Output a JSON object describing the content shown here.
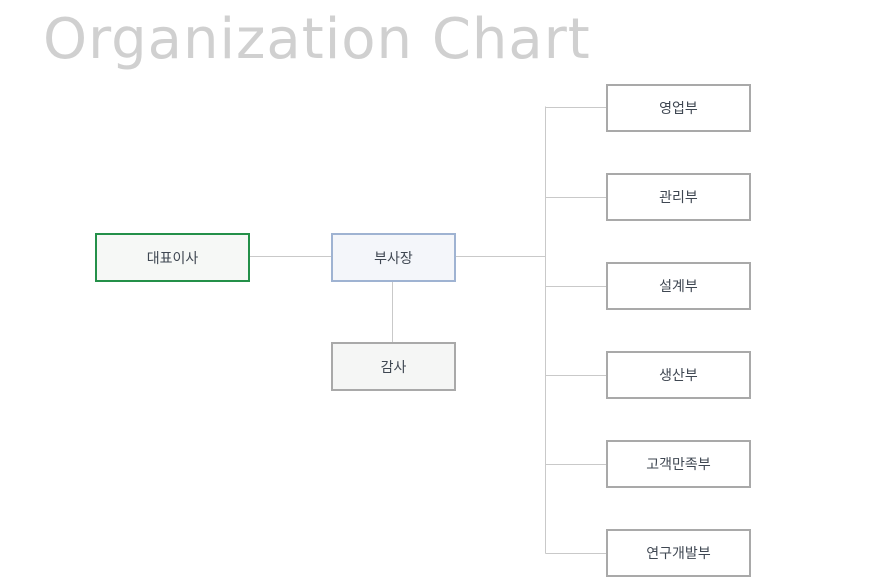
{
  "title": "Organization Chart",
  "nodes": {
    "ceo": "대표이사",
    "vice_president": "부사장",
    "audit": "감사",
    "departments": [
      "영업부",
      "관리부",
      "설계부",
      "생산부",
      "고객만족부",
      "연구개발부"
    ]
  },
  "colors": {
    "title": "#d0d0d0",
    "ceo_border": "#249049",
    "vp_border": "#9fb3d2",
    "box_border": "#a9a9a9",
    "connector": "#c9c9c9",
    "text": "#3f4752"
  }
}
